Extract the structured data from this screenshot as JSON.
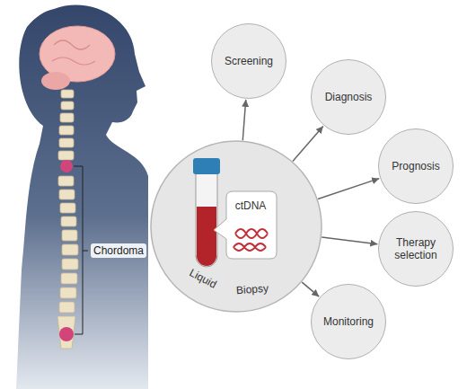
{
  "diagram": {
    "nodes": [
      {
        "text": [
          "ctDNA",
          "Liquid",
          "Biopsy"
        ]
      },
      {
        "text": [
          "Screening"
        ]
      },
      {
        "text": [
          "Diagnosis"
        ]
      },
      {
        "text": [
          "Prognosis"
        ]
      },
      {
        "text": [
          "Therapy selection"
        ]
      },
      {
        "text": [
          "Monitoring"
        ]
      }
    ],
    "edges": [
      {
        "from": 0,
        "to": 1,
        "arrow": "to"
      },
      {
        "from": 0,
        "to": 2,
        "arrow": "to"
      },
      {
        "from": 0,
        "to": 3,
        "arrow": "to"
      },
      {
        "from": 0,
        "to": 4,
        "arrow": "to"
      },
      {
        "from": 0,
        "to": 5,
        "arrow": "to"
      }
    ],
    "labels": [
      "Chordoma"
    ]
  }
}
